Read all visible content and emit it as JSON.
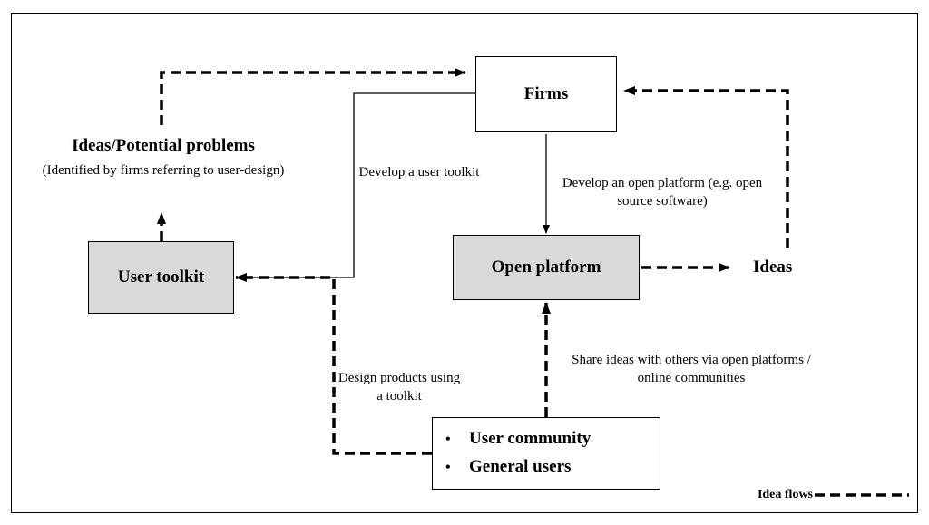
{
  "nodes": {
    "firms": "Firms",
    "open_platform": "Open platform",
    "user_toolkit": "User toolkit",
    "ideas": "Ideas",
    "ideas_problems_title": "Ideas/Potential problems",
    "ideas_problems_note": "(Identified by firms referring to user-design)",
    "community_items": [
      "User community",
      "General users"
    ]
  },
  "edge_labels": {
    "develop_toolkit": "Develop a user toolkit",
    "develop_platform": "Develop an open platform (e.g. open source software)",
    "share_ideas": "Share ideas with others via open platforms / online communities",
    "design_products": "Design products using a toolkit"
  },
  "legend": {
    "label": "Idea flows"
  }
}
